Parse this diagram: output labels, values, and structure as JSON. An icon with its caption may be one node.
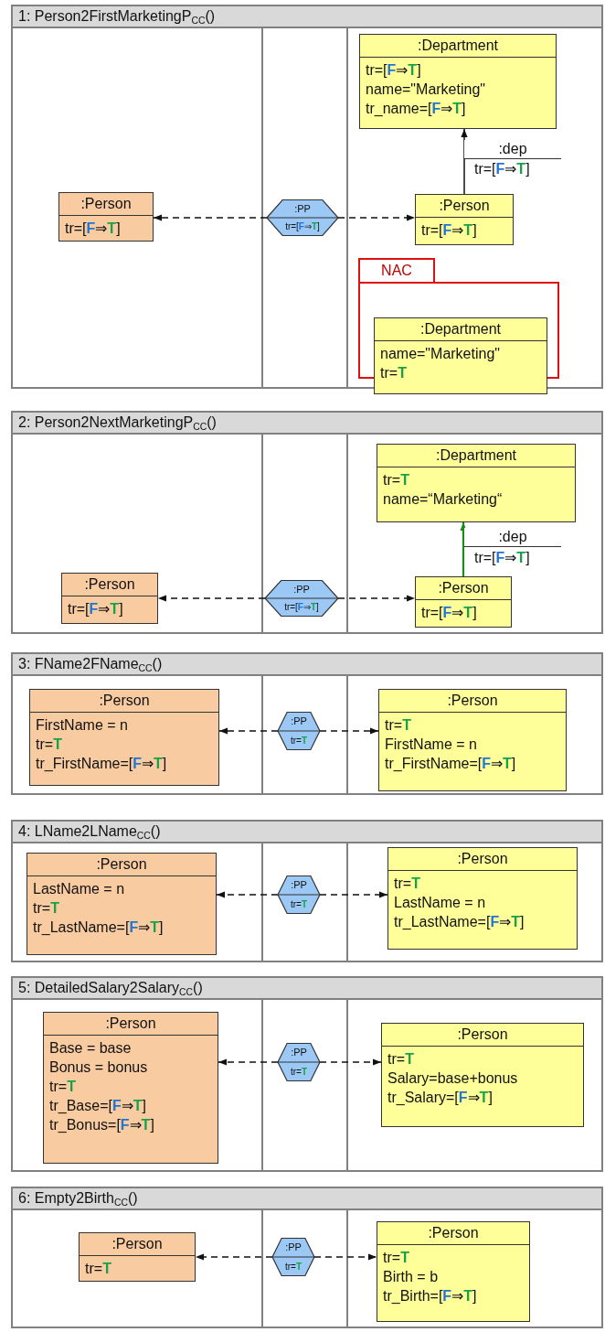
{
  "diagram": {
    "nodes": [
      {
        "text": [
          "1: Person2FirstMarketingP$_{CC}$()"
        ]
      },
      {
        "text": [
          ":Department",
          "tr=[**F**⇒**T**]",
          "name=\"Marketing\"",
          "tr_name=[**F**⇒**T**]"
        ],
        "in": 0
      },
      {
        "text": [
          ":Person",
          "tr=[**F**⇒**T**]"
        ],
        "in": 0
      },
      {
        "text": [
          ":PP",
          "tr=[**F**⇒**T**]"
        ],
        "in": 0
      },
      {
        "text": [
          ":Person",
          "tr=[**F**⇒**T**]"
        ],
        "in": 0
      },
      {
        "text": [
          "NAC"
        ],
        "in": 0
      },
      {
        "text": [
          ":Department",
          "name=\"Marketing\"",
          "tr=**T**"
        ],
        "in": 5
      },
      {
        "text": [
          "2: Person2NextMarketingP$_{CC}$()"
        ]
      },
      {
        "text": [
          ":Department",
          "tr=**T**",
          "name=“Marketing“"
        ],
        "in": 7
      },
      {
        "text": [
          ":Person",
          "tr=[**F**⇒**T**]"
        ],
        "in": 7
      },
      {
        "text": [
          ":PP",
          "tr=[**F**⇒**T**]"
        ],
        "in": 7
      },
      {
        "text": [
          ":Person",
          "tr=[**F**⇒**T**]"
        ],
        "in": 7
      },
      {
        "text": [
          "3: FName2FName$_{CC}$()"
        ]
      },
      {
        "text": [
          ":Person",
          "FirstName = n",
          "tr=**T**",
          "tr_FirstName=[**F**⇒**T**]"
        ],
        "in": 12
      },
      {
        "text": [
          ":PP",
          "tr=**T**"
        ],
        "in": 12
      },
      {
        "text": [
          ":Person",
          "tr=**T**",
          "FirstName = n",
          "tr_FirstName=[**F**⇒**T**]"
        ],
        "in": 12
      },
      {
        "text": [
          "4: LName2LName$_{CC}$()"
        ]
      },
      {
        "text": [
          ":Person",
          "LastName = n",
          "tr=**T**",
          "tr_LastName=[**F**⇒**T**]"
        ],
        "in": 16
      },
      {
        "text": [
          ":PP",
          "tr=**T**"
        ],
        "in": 16
      },
      {
        "text": [
          ":Person",
          "tr=**T**",
          "LastName = n",
          "tr_LastName=[**F**⇒**T**]"
        ],
        "in": 16
      },
      {
        "text": [
          "5: DetailedSalary2Salary$_{CC}$()"
        ]
      },
      {
        "text": [
          ":Person",
          "Base = base",
          "Bonus = bonus",
          "tr=**T**",
          "tr_Base=[**F**⇒**T**]",
          "tr_Bonus=[**F**⇒**T**]"
        ],
        "in": 20
      },
      {
        "text": [
          ":PP",
          "tr=**T**"
        ],
        "in": 20
      },
      {
        "text": [
          ":Person",
          "tr=**T**",
          "Salary=base+bonus",
          "tr_Salary=[**F**⇒**T**]"
        ],
        "in": 20
      },
      {
        "text": [
          "6: Empty2Birth$_{CC}$()"
        ]
      },
      {
        "text": [
          ":Person",
          "tr=**T**"
        ],
        "in": 24
      },
      {
        "text": [
          ":PP",
          "tr=**T**"
        ],
        "in": 24
      },
      {
        "text": [
          ":Person",
          "tr=**T**",
          "Birth = b",
          "tr_Birth=[**F**⇒**T**]"
        ],
        "in": 24
      }
    ],
    "edges": [
      {
        "from": 3,
        "to": 2,
        "arrow": "to",
        "style": "dashed"
      },
      {
        "from": 3,
        "to": 4,
        "arrow": "to",
        "style": "dashed"
      },
      {
        "from": 4,
        "to": 1,
        "arrow": "to",
        "label": ":dep"
      },
      {
        "from": 10,
        "to": 9,
        "arrow": "to",
        "style": "dashed"
      },
      {
        "from": 10,
        "to": 11,
        "arrow": "to",
        "style": "dashed"
      },
      {
        "from": 11,
        "to": 8,
        "arrow": "to",
        "label": ":dep",
        "color": "#1a8a1a"
      },
      {
        "from": 14,
        "to": 13,
        "arrow": "to",
        "style": "dashed"
      },
      {
        "from": 14,
        "to": 15,
        "arrow": "to",
        "style": "dashed"
      },
      {
        "from": 18,
        "to": 17,
        "arrow": "to",
        "style": "dashed"
      },
      {
        "from": 18,
        "to": 19,
        "arrow": "to",
        "style": "dashed"
      },
      {
        "from": 22,
        "to": 21,
        "arrow": "to",
        "style": "dashed"
      },
      {
        "from": 22,
        "to": 23,
        "arrow": "to",
        "style": "dashed"
      },
      {
        "from": 26,
        "to": 25,
        "arrow": "to",
        "style": "dashed"
      },
      {
        "from": 26,
        "to": 27,
        "arrow": "to",
        "style": "dashed"
      }
    ],
    "labels": [
      "tr=[**F**⇒**T**]",
      "tr=[**F**⇒**T**]"
    ]
  }
}
